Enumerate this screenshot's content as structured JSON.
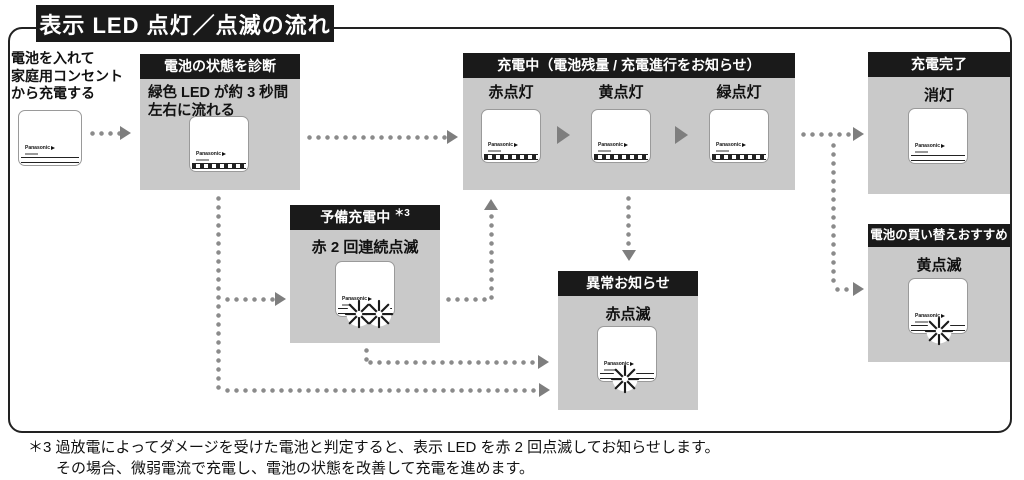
{
  "title": "表示 LED 点灯／点滅の流れ",
  "intro": {
    "line1": "電池を入れて",
    "line2": "家庭用コンセント",
    "line3": "から充電する"
  },
  "device": {
    "logo": "Panasonic"
  },
  "diagnose": {
    "header": "電池の状態を診断",
    "desc_line1": "緑色 LED が約 3 秒間",
    "desc_line2": "左右に流れる"
  },
  "charging": {
    "header": "充電中（電池残量 / 充電進行をお知らせ）",
    "states": [
      {
        "label": "赤点灯"
      },
      {
        "label": "黄点灯"
      },
      {
        "label": "緑点灯"
      }
    ]
  },
  "complete": {
    "header": "充電完了",
    "label": "消灯"
  },
  "replace": {
    "header": "電池の買い替えおすすめ",
    "label": "黄点滅"
  },
  "precharge": {
    "header": "予備充電中",
    "note_ref": "＊3",
    "label": "赤 2 回連続点滅"
  },
  "abnormal": {
    "header": "異常お知らせ",
    "label": "赤点滅"
  },
  "footnote": {
    "marker": "＊3",
    "line1": "過放電によってダメージを受けた電池と判定すると、表示 LED を赤 2 回点滅してお知らせします。",
    "line2": "その場合、微弱電流で充電し、電池の状態を改善して充電を進めます。"
  },
  "colors": {
    "header_bg": "#1a1a1a",
    "box_bg": "#c9c9c9",
    "arrow": "#7e7e7e",
    "dots": "#8b8b8b"
  }
}
